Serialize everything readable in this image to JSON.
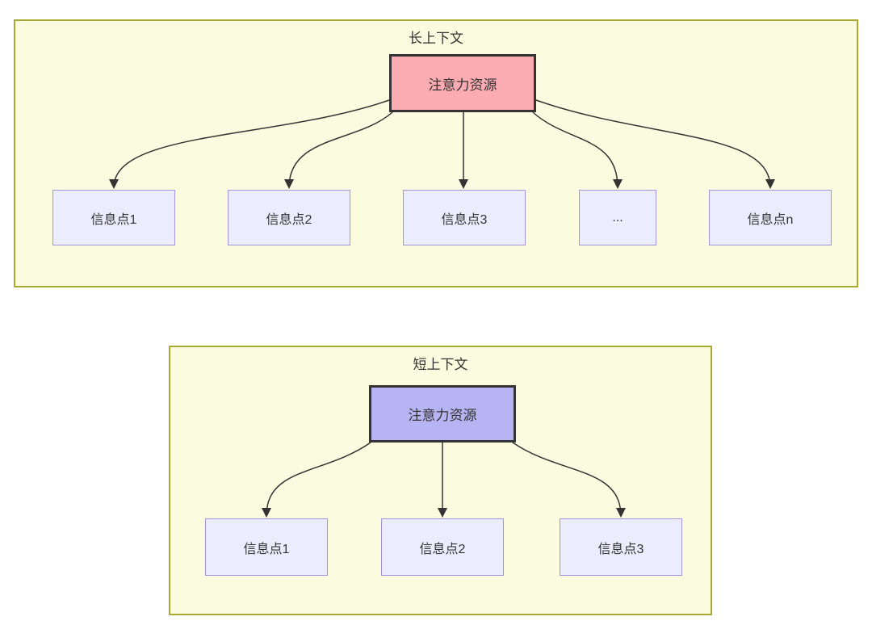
{
  "colors": {
    "canvas_bg": "#ffffff",
    "subgraph_fill": "#FBFBDF",
    "subgraph_border": "#AAAA33",
    "node_fill": "#ECECFF",
    "node_border": "#A493DF",
    "attention_long_fill": "#FBACB3",
    "attention_short_fill": "#B6B4F2",
    "attention_border": "#333333",
    "edge_color": "#333333",
    "text_color": "#333333"
  },
  "diagram": {
    "type": "flowchart",
    "groups": [
      {
        "id": "long-context",
        "title": "长上下文",
        "attention_node": "注意力资源",
        "info_nodes": [
          "信息点1",
          "信息点2",
          "信息点3",
          "...",
          "信息点n"
        ]
      },
      {
        "id": "short-context",
        "title": "短上下文",
        "attention_node": "注意力资源",
        "info_nodes": [
          "信息点1",
          "信息点2",
          "信息点3"
        ]
      }
    ]
  }
}
